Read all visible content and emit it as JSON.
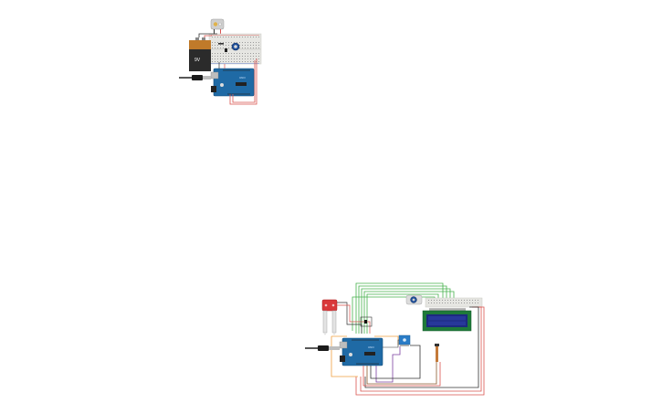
{
  "canvas": {
    "background": "#ffffff",
    "circuits": [
      {
        "name": "battery-circuit",
        "battery_label": "9V",
        "components": [
          "9v-battery",
          "breadboard",
          "potentiometer",
          "motor",
          "arduino-uno",
          "usb-cable"
        ]
      },
      {
        "name": "sensor-circuit",
        "components": [
          "soil-moisture-sensor",
          "arduino-uno",
          "usb-cable",
          "breadboard",
          "lcd-16x2",
          "potentiometer",
          "sensor-module",
          "temperature-sensor"
        ]
      }
    ]
  },
  "colors": {
    "arduino": "#1f6aa5",
    "arduino_dark": "#174f7d",
    "breadboard": "#e6e6e2",
    "wire_red": "#d9534f",
    "wire_green": "#47b14d",
    "wire_orange": "#f0a040",
    "wire_dark": "#333333",
    "wire_purple": "#7b3fa0",
    "wire_brown": "#8a5a2b",
    "battery_top": "#c07a2a",
    "battery_body": "#2b2b2b",
    "lcd_screen": "#1c2a80",
    "lcd_board": "#1f7a3a",
    "sensor_red": "#d9383a"
  }
}
